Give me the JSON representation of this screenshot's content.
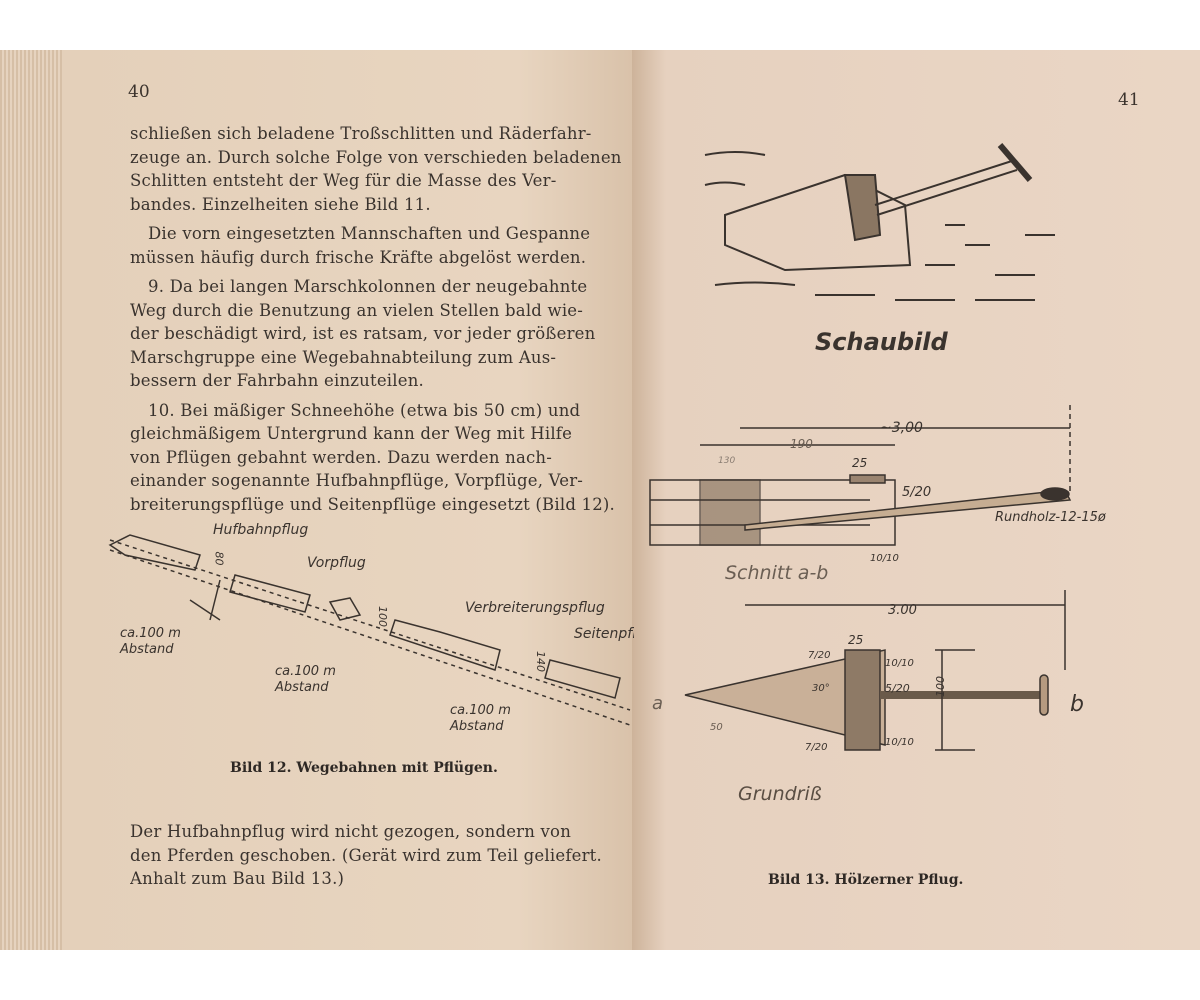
{
  "left_page": {
    "page_number": "40",
    "paragraphs": [
      [
        "schließen sich beladene Troßschlitten und Räderfahr-",
        "zeuge an. Durch solche Folge von verschieden beladenen",
        "Schlitten entsteht der Weg für die Masse des Ver-",
        "bandes. Einzelheiten siehe Bild 11."
      ],
      [
        "Die vorn eingesetzten Mannschaften und Gespanne",
        "müssen häufig durch frische Kräfte abgelöst werden."
      ],
      [
        "9. Da bei langen Marschkolonnen der neugebahnte",
        "Weg durch die Benutzung an vielen Stellen bald wie-",
        "der beschädigt wird, ist es ratsam, vor jeder größeren",
        "Marschgruppe eine Wegebahnabteilung zum Aus-",
        "bessern der Fahrbahn einzuteilen."
      ],
      [
        "10. Bei mäßiger Schneehöhe (etwa bis 50 cm) und",
        "gleichmäßigem Untergrund kann der Weg mit Hilfe",
        "von Pflügen gebahnt werden. Dazu werden nach-",
        "einander sogenannte Hufbahnpflüge, Vorpflüge, Ver-",
        "breiterungspflüge und Seitenpflüge eingesetzt (Bild 12)."
      ]
    ],
    "figure": {
      "labels": {
        "hufbahnpflug": "Hufbahnpflug",
        "vorpflug": "Vorpflug",
        "verbreiterungspflug": "Verbreiterungspflug",
        "seitenpflug": "Seitenpflug",
        "distance1": "ca.100 m",
        "distance2": "ca.100 m",
        "distance3": "ca.100 m",
        "abstand1": "Abstand",
        "abstand2": "Abstand",
        "abstand3": "Abstand",
        "dim1": "80",
        "dim2": "100",
        "dim3": "140"
      },
      "caption": "Bild 12. Wegebahnen mit Pflügen."
    },
    "closing_paragraph": [
      "Der Hufbahnpflug wird nicht gezogen, sondern von",
      "den Pferden geschoben. (Gerät wird zum Teil geliefert.",
      "Anhalt zum Bau Bild 13.)"
    ]
  },
  "right_page": {
    "page_number": "41",
    "schaubild_label": "Schaubild",
    "schnitt": {
      "label": "Schnitt a-b",
      "dim_total": "~3,00",
      "dim_190": "190",
      "dim_130": "130",
      "dim_25": "25",
      "dim_5_20": "5/20",
      "dim_10_10": "10/10",
      "rundholz": "Rundholz-12-15ø"
    },
    "grundriss": {
      "label": "Grundriß",
      "dim_total": "3.00",
      "dim_25": "25",
      "dim_7_20_top": "7/20",
      "dim_7_20_bottom": "7/20",
      "dim_10_10_top": "10/10",
      "dim_5_20": "5/20",
      "dim_10_10_bottom": "10/10",
      "dim_100": "100",
      "angle": "30°",
      "dim_50": "50",
      "point_a": "a",
      "point_b": "b"
    },
    "caption": "Bild 13. Hölzerner Pflug."
  },
  "colors": {
    "paper": "#e8d5c0",
    "ink": "#3a332e"
  }
}
